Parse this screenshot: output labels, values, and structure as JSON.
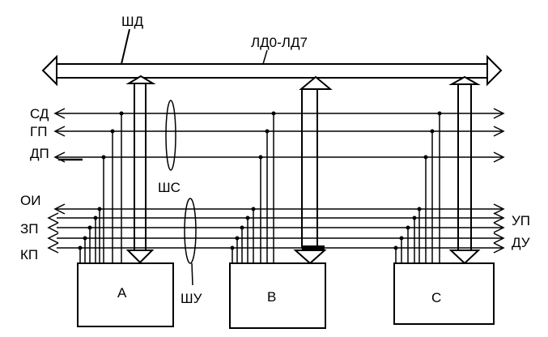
{
  "diagram": {
    "data_bus_label": "ШД",
    "data_lines_label": "ЛД0-ЛД7",
    "system_bus_label": "ШС",
    "control_bus_label": "ШУ",
    "left_signals": [
      "СД",
      "ГП",
      "ДП",
      "ОИ",
      "ЗП",
      "КП"
    ],
    "right_signals": [
      "УП",
      "ДУ"
    ],
    "blocks": [
      "А",
      "В",
      "С"
    ]
  }
}
